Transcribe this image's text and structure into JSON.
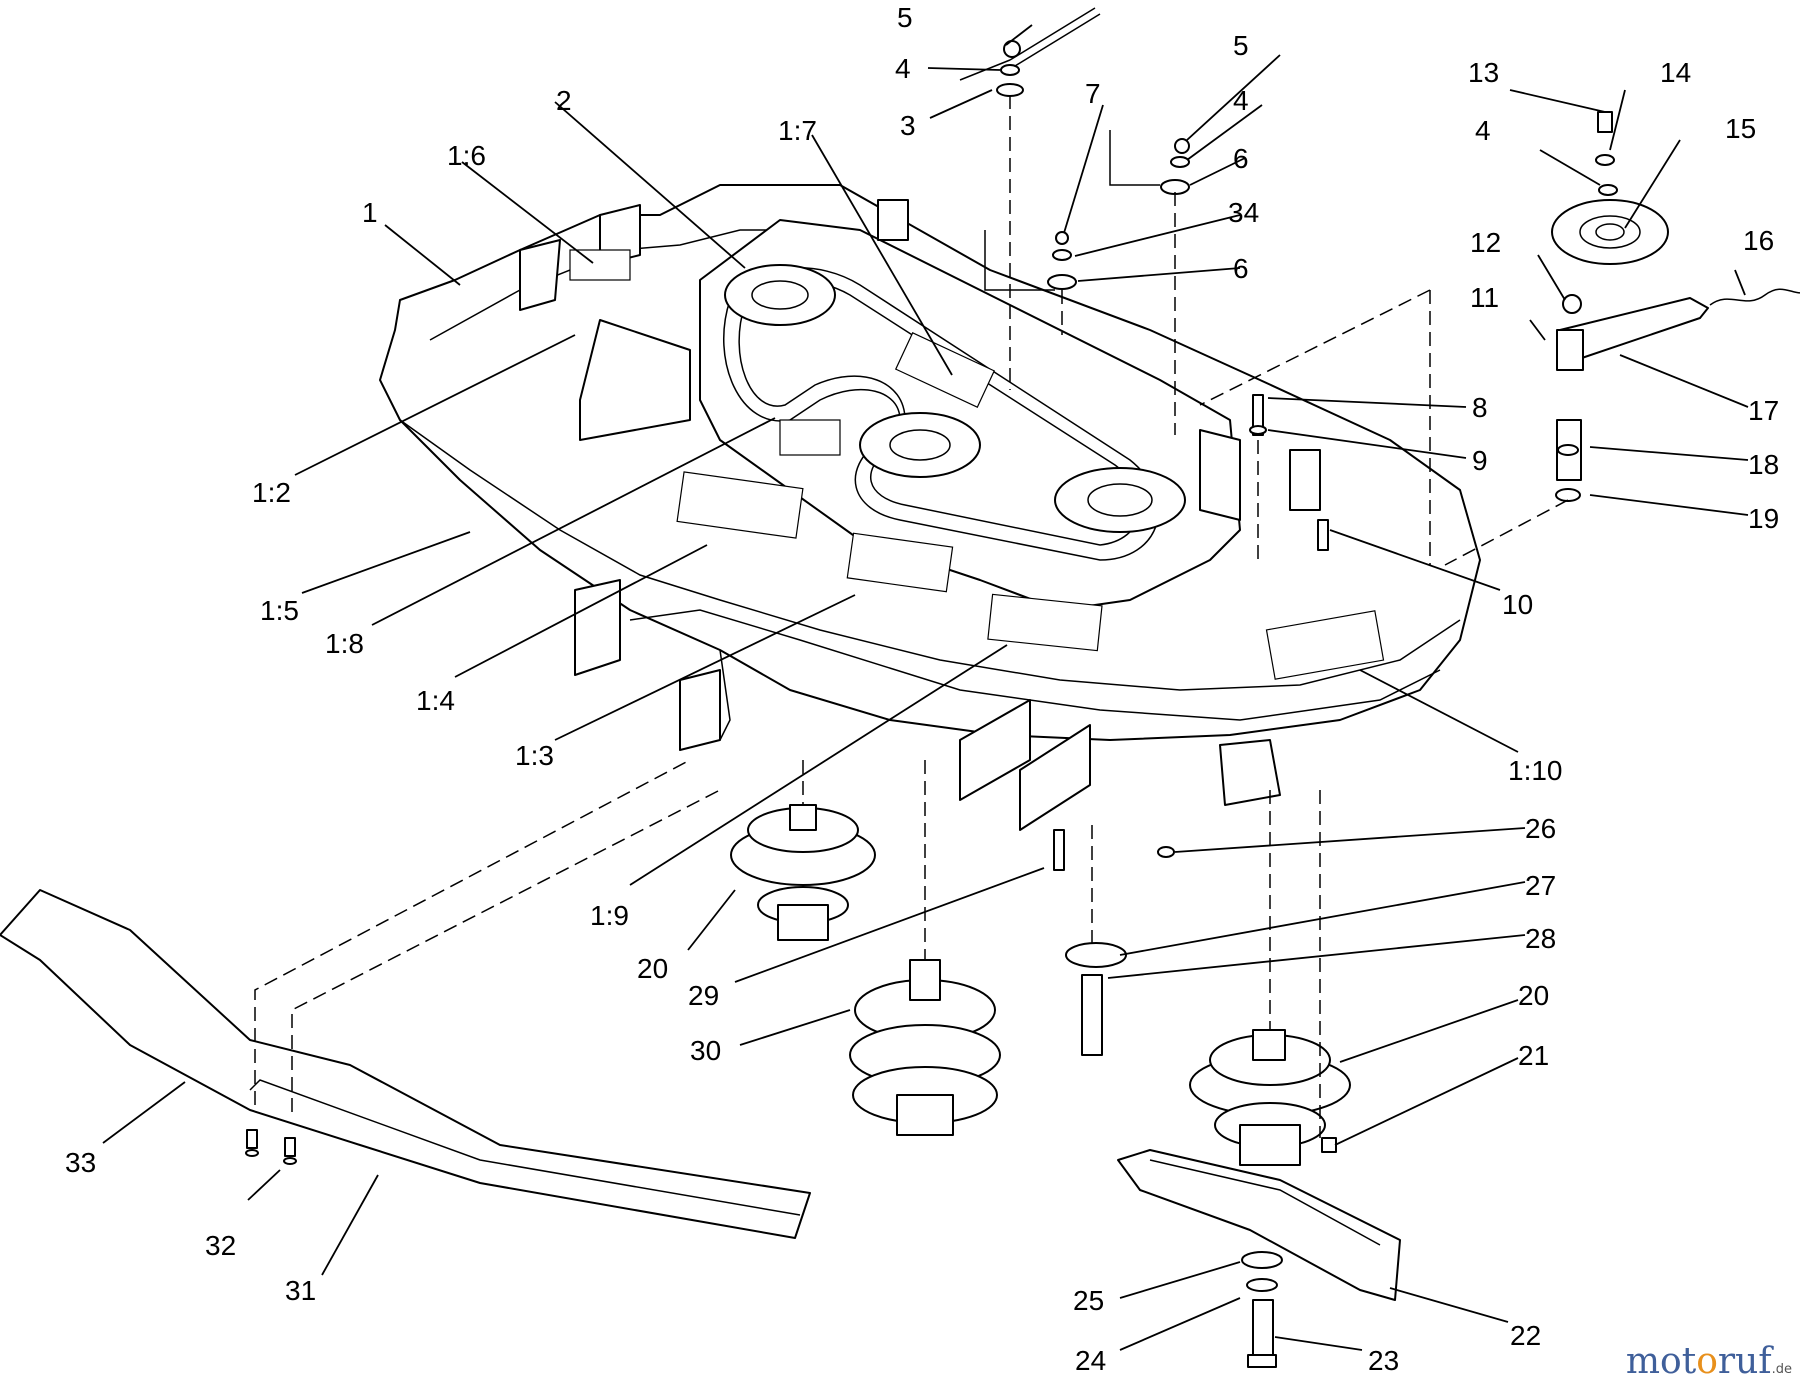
{
  "callouts": [
    "1",
    "2",
    "3",
    "4",
    "5",
    "6",
    "7",
    "8",
    "9",
    "10",
    "11",
    "12",
    "13",
    "14",
    "15",
    "16",
    "17",
    "18",
    "19",
    "20",
    "21",
    "22",
    "23",
    "24",
    "25",
    "26",
    "27",
    "28",
    "29",
    "30",
    "31",
    "32",
    "33",
    "34",
    "1:2",
    "1:3",
    "1:4",
    "1:5",
    "1:6",
    "1:7",
    "1:8",
    "1:9",
    "1:10"
  ],
  "watermark": {
    "part1": "mot",
    "part2": "o",
    "part3": "ruf",
    "tld": ".de"
  }
}
